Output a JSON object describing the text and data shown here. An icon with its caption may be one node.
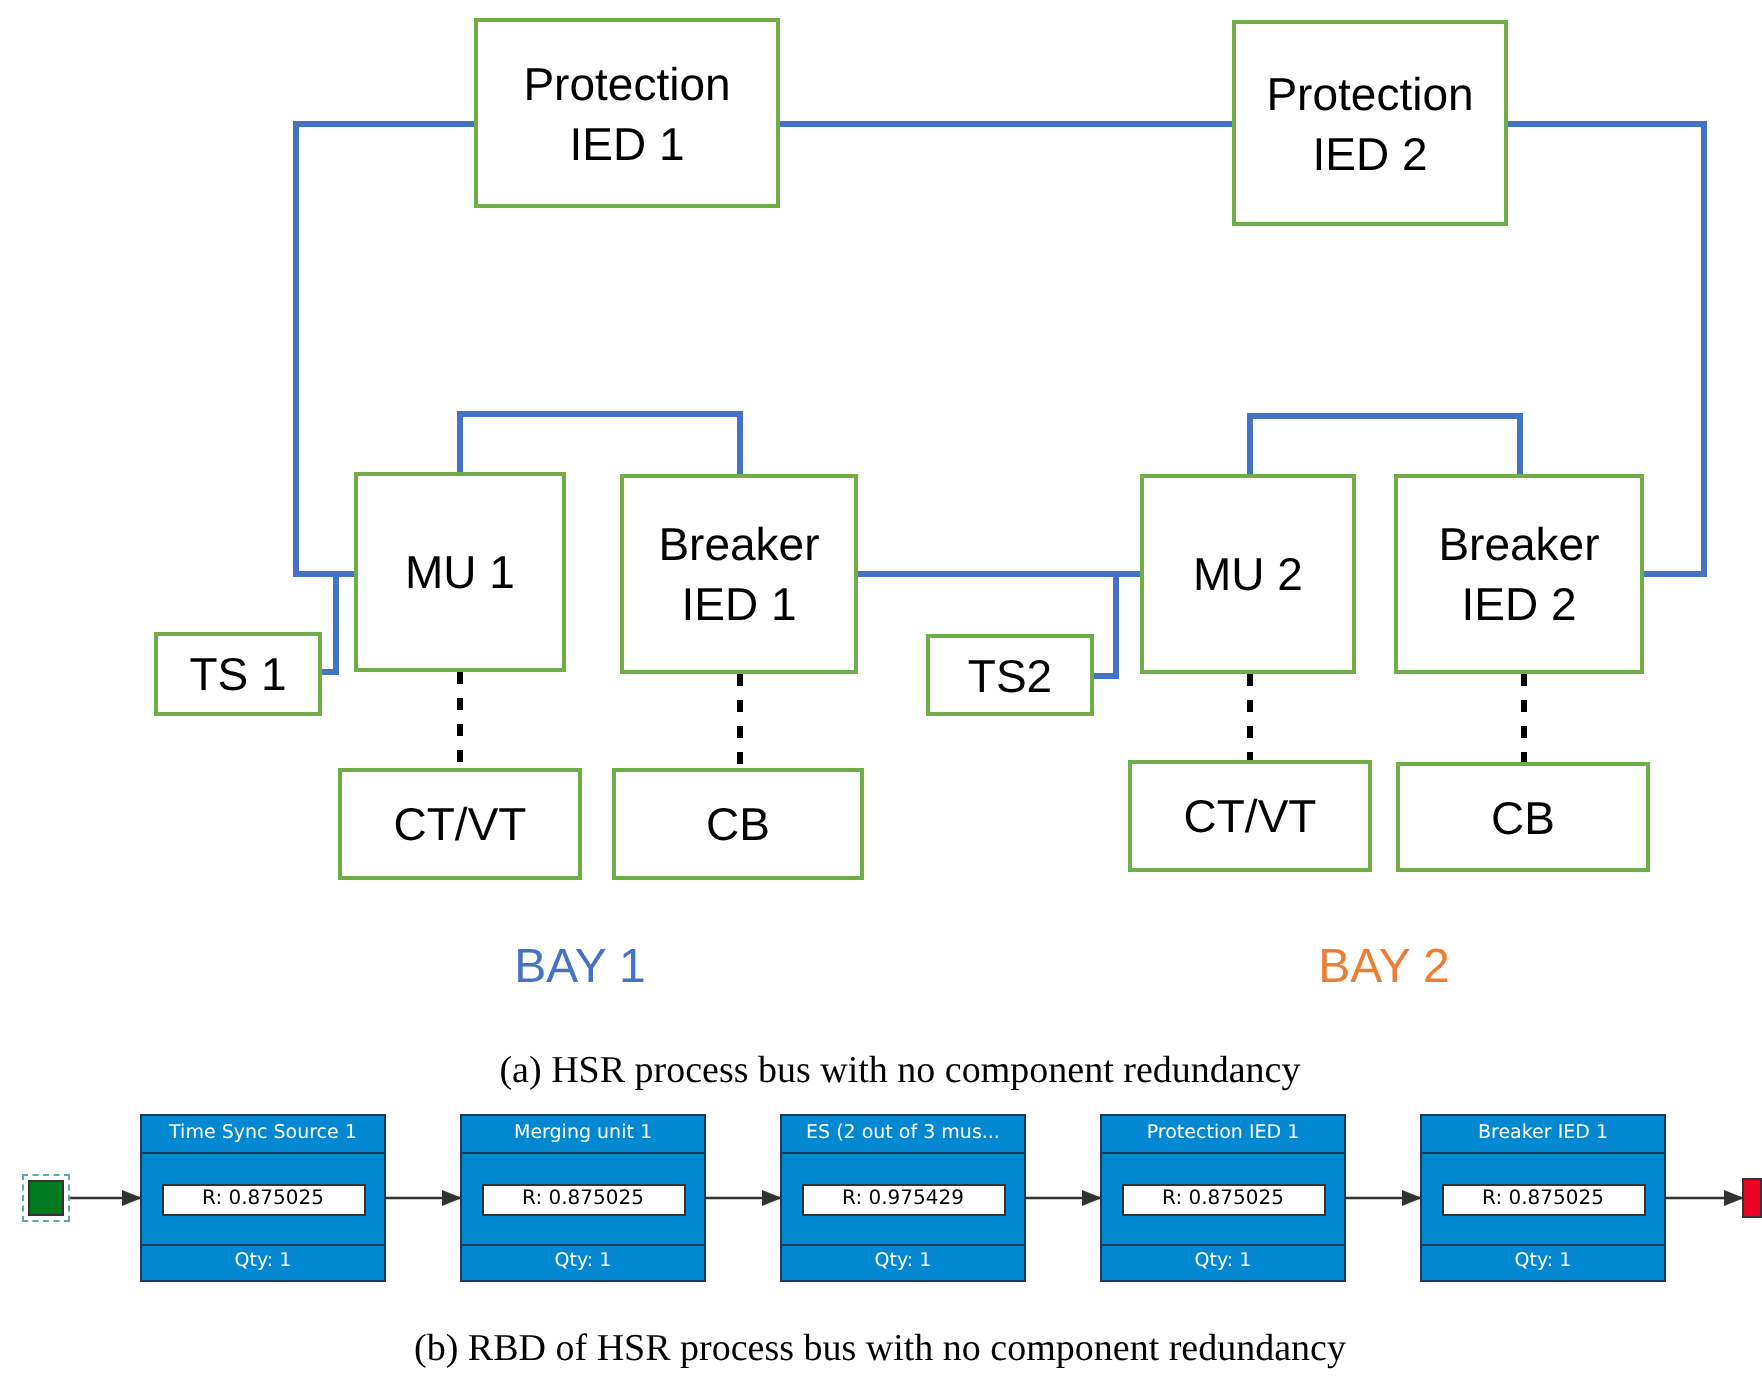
{
  "diagram": {
    "nodes": [
      {
        "text": [
          "Protection IED 1"
        ]
      },
      {
        "text": [
          "Protection IED 2"
        ]
      },
      {
        "text": [
          "MU 1"
        ]
      },
      {
        "text": [
          "Breaker IED 1"
        ]
      },
      {
        "text": [
          "MU 2"
        ]
      },
      {
        "text": [
          "Breaker IED 2"
        ]
      },
      {
        "text": [
          "TS 1"
        ]
      },
      {
        "text": [
          "TS2"
        ]
      },
      {
        "text": [
          "CT/VT"
        ]
      },
      {
        "text": [
          "CB"
        ]
      },
      {
        "text": [
          "CT/VT"
        ]
      },
      {
        "text": [
          "CB"
        ]
      },
      {
        "text": [],
        "shape": "box"
      },
      {
        "text": [
          "Time Sync Source 1",
          "R: 0.875025",
          "Qty: 1"
        ]
      },
      {
        "text": [
          "Merging unit 1",
          "R: 0.875025",
          "Qty: 1"
        ]
      },
      {
        "text": [
          "ES (2 out of 3 mus...",
          "R: 0.975429",
          "Qty: 1"
        ]
      },
      {
        "text": [
          "Protection IED 1",
          "R: 0.875025",
          "Qty: 1"
        ]
      },
      {
        "text": [
          "Breaker IED 1",
          "R: 0.875025",
          "Qty: 1"
        ]
      },
      {
        "text": [],
        "shape": "box"
      }
    ],
    "edges": [
      {
        "from": 0,
        "to": 1,
        "arrow": "none"
      },
      {
        "from": 0,
        "to": 2,
        "arrow": "none"
      },
      {
        "from": 6,
        "to": 2,
        "arrow": "none"
      },
      {
        "from": 2,
        "to": 3,
        "arrow": "none"
      },
      {
        "from": 3,
        "to": 4,
        "arrow": "none"
      },
      {
        "from": 7,
        "to": 4,
        "arrow": "none"
      },
      {
        "from": 4,
        "to": 5,
        "arrow": "none"
      },
      {
        "from": 5,
        "to": 1,
        "arrow": "none"
      },
      {
        "from": 2,
        "to": 8,
        "arrow": "none",
        "style": "dashed",
        "color": "#000000"
      },
      {
        "from": 3,
        "to": 9,
        "arrow": "none",
        "style": "dashed",
        "color": "#000000"
      },
      {
        "from": 4,
        "to": 10,
        "arrow": "none",
        "style": "dashed",
        "color": "#000000"
      },
      {
        "from": 5,
        "to": 11,
        "arrow": "none",
        "style": "dashed",
        "color": "#000000"
      },
      {
        "from": 12,
        "to": 13,
        "arrow": "to",
        "color": "#333333"
      },
      {
        "from": 13,
        "to": 14,
        "arrow": "to",
        "color": "#333333"
      },
      {
        "from": 14,
        "to": 15,
        "arrow": "to",
        "color": "#333333"
      },
      {
        "from": 15,
        "to": 16,
        "arrow": "to",
        "color": "#333333"
      },
      {
        "from": 16,
        "to": 17,
        "arrow": "to",
        "color": "#333333"
      },
      {
        "from": 17,
        "to": 18,
        "arrow": "to",
        "color": "#333333"
      }
    ],
    "labels": [
      "BAY 1",
      "BAY 2",
      "(a) HSR process bus with no component redundancy",
      "(b) RBD of HSR process bus with no component redundancy"
    ]
  }
}
